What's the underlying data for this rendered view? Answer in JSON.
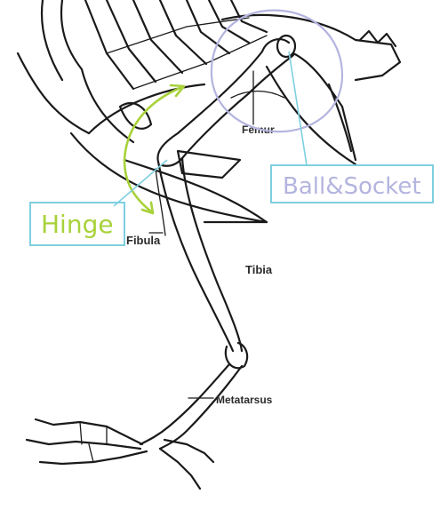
{
  "labels": {
    "femur": "Femur",
    "fibula": "Fibula",
    "tibia": "Tibia",
    "metatarsus": "Metatarsus"
  },
  "annotations": {
    "hinge": "Hinge",
    "ball_socket": "Ball&Socket"
  },
  "colors": {
    "bone_ink": "#1a1a1a",
    "hinge_annotation": "#a8d23a",
    "ball_socket_annotation": "#b4b4e0",
    "callout_line": "#7ecfe0"
  }
}
